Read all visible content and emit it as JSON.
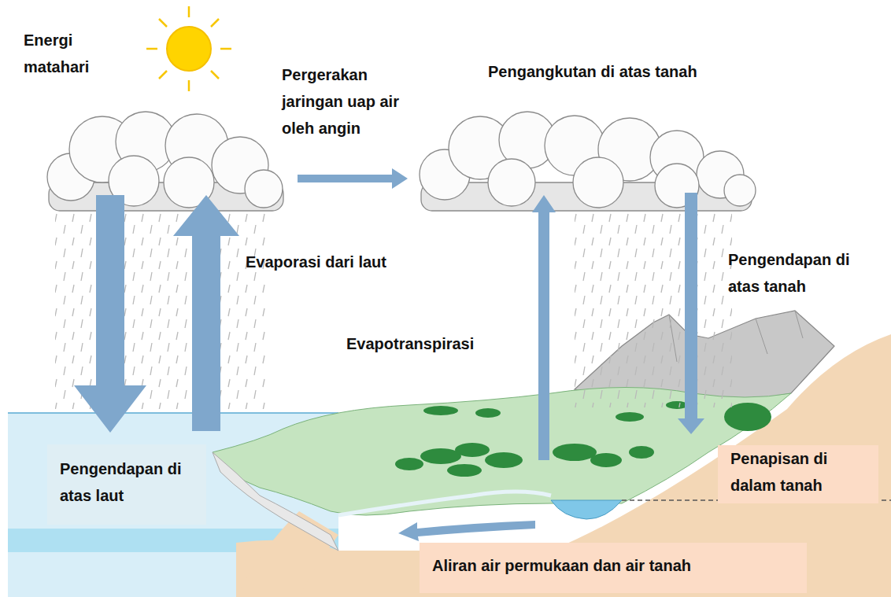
{
  "diagram": {
    "nodes": [
      {
        "text": [
          "Pengendapan di atas laut"
        ]
      },
      {
        "text": [
          "Penapisan di dalam tanah"
        ]
      },
      {
        "text": [
          "Aliran air permukaan dan air tanah"
        ]
      }
    ],
    "labels": [
      "Energi matahari",
      "Pergerakan jaringan uap air oleh angin",
      "Pengangkutan di atas tanah",
      "Evaporasi dari laut",
      "Pengendapan di atas tanah",
      "Evapotranspirasi"
    ]
  }
}
